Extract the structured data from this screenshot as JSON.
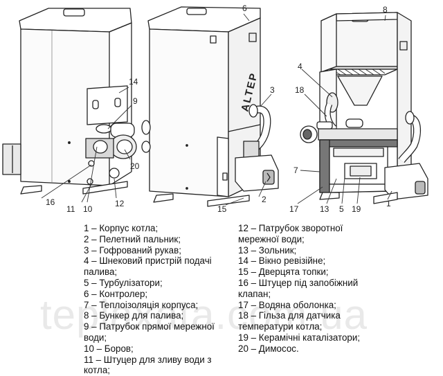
{
  "brand": "ALTEP",
  "callouts": [
    "1",
    "2",
    "3",
    "4",
    "5",
    "6",
    "7",
    "8",
    "9",
    "10",
    "11",
    "12",
    "13",
    "14",
    "15",
    "16",
    "17",
    "18",
    "19",
    "20"
  ],
  "legend": {
    "left": [
      "1 – Корпус котла;",
      "2 – Пелетний пальник;",
      "3 – Гофрований рукав;",
      "4 – Шнековий пристрій подачі палива;",
      "5 – Турбулізатори;",
      "6 – Контролер;",
      "7 – Теплоізоляція корпуса;",
      "8 – Бункер для палива;",
      "9 – Патрубок прямої мережної води;",
      "10 – Боров;",
      "11 – Штуцер для зливу води з котла;"
    ],
    "right": [
      "12 – Патрубок зворотної мережної води;",
      "13 – Зольник;",
      "14 – Вікно ревізійне;",
      "15 – Дверцята топки;",
      "16 – Штуцер під запобіжний клапан;",
      "17 – Водяна оболонка;",
      "18 – Гільза для датчика температури котла;",
      "19 – Керамічні каталізатори;",
      "20 – Димосос."
    ]
  },
  "watermark": "teplaxata.com.ua"
}
